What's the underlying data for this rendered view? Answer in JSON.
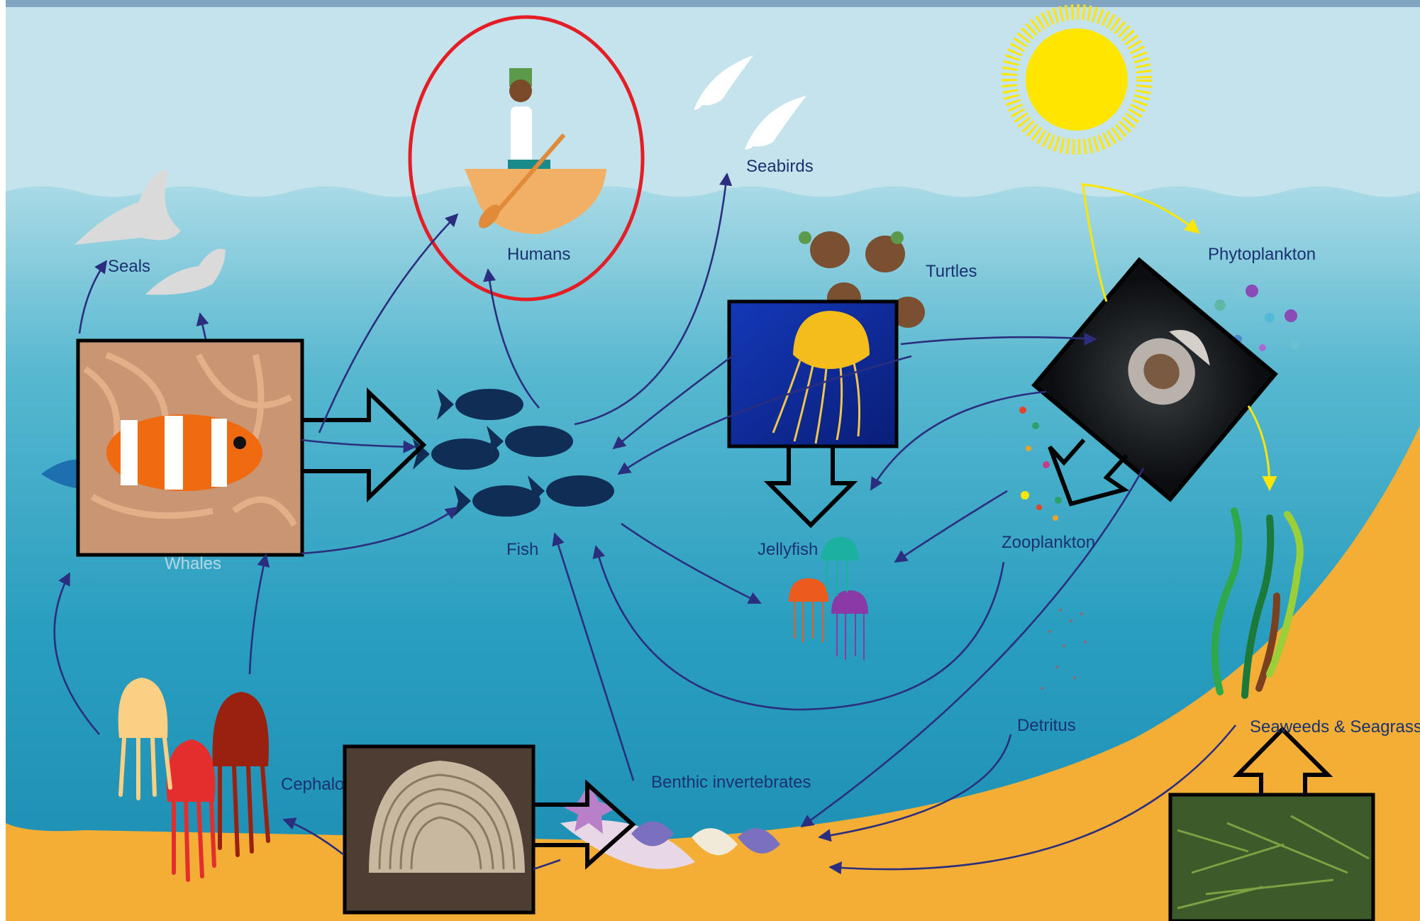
{
  "diagram": {
    "labels": {
      "seals": "Seals",
      "humans": "Humans",
      "seabirds": "Seabirds",
      "turtles": "Turtles",
      "phytoplankton": "Phytoplankton",
      "fish": "Fish",
      "whales": "Whales",
      "jellyfish": "Jellyfish",
      "zooplankton": "Zooplankton",
      "detritus": "Detritus",
      "seaweeds": "Seaweeds & Seagrasses",
      "cephalopods": "Cephalopods",
      "benthic": "Benthic invertebrates"
    }
  },
  "colors": {
    "sky": "#c4e3ec",
    "sea_top": "#9fd3e0",
    "sea_deep": "#1c8fb3",
    "sand": "#f5ae35",
    "arrow": "#2b2e7e",
    "highlight_circle": "#e51e25",
    "sun": "#ffe600",
    "fish": "#0f2d55"
  },
  "icons": {
    "sun": "sun-icon",
    "boat": "rowing-boat-icon",
    "fish": "fish-school-icon",
    "seal": "seal-icon",
    "gull": "seagull-icon",
    "turtle": "turtle-icon",
    "jelly": "jellyfish-icon",
    "squid": "squid-icon",
    "shell": "shell-icon",
    "seaweed": "seaweed-icon"
  }
}
